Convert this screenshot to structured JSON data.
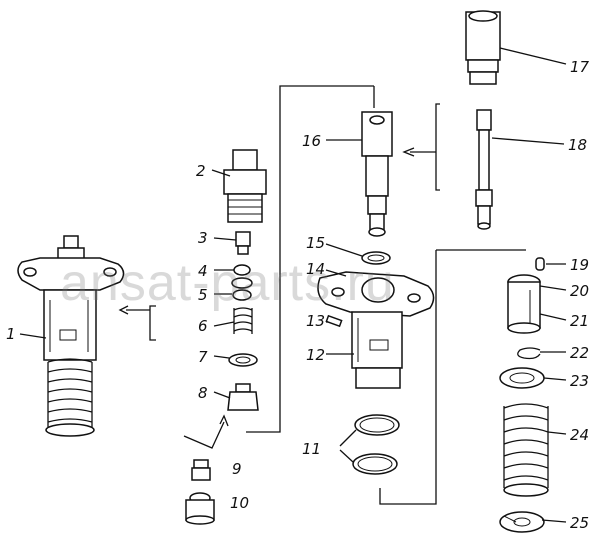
{
  "watermark": "ansat-parts.ru",
  "callouts": {
    "c1": "1",
    "c2": "2",
    "c3": "3",
    "c4": "4",
    "c5": "5",
    "c6": "6",
    "c7": "7",
    "c8": "8",
    "c9": "9",
    "c10": "10",
    "c11": "11",
    "c12": "12",
    "c13": "13",
    "c14": "14",
    "c15": "15",
    "c16": "16",
    "c17": "17",
    "c18": "18",
    "c19": "19",
    "c20": "20",
    "c21": "21",
    "c22": "22",
    "c23": "23",
    "c24": "24",
    "c25": "25"
  }
}
